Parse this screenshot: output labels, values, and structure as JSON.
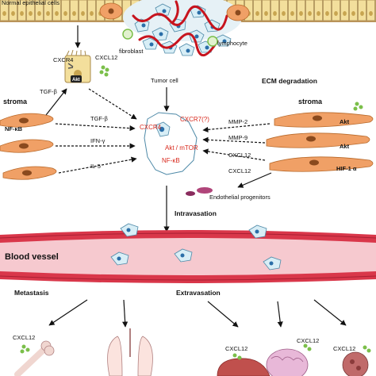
{
  "top": {
    "normal_epithelial_cells": "Normal epithelial cells",
    "fibroblast": "fibroblast",
    "lymphocyte": "lymphocyte",
    "tumor_cell": "Tumor cell"
  },
  "left": {
    "cxcr4": "CXCR4",
    "cxcl12": "CXCL12",
    "tgf_beta_up": "TGF-β",
    "akt": "Akt",
    "stroma": "stroma",
    "nfkb": "NF-κB",
    "tgf_beta": "TGF-β",
    "ifn_gamma": "IFN-γ",
    "il5": "IL-5"
  },
  "center": {
    "cxcr4": "CXCR4",
    "cxcr7": "CXCR7(?)",
    "akt_mtor": "Akt / mTOR",
    "nfkb": "NF-κB"
  },
  "right": {
    "ecm_degradation": "ECM degradation",
    "stroma": "stroma",
    "mmp2": "MMP-2",
    "mmp9": "MMP-9",
    "cxcl12_a": "CXCL12",
    "cxcl12_b": "CXCL12",
    "akt_1": "Akt",
    "akt_2": "Akt",
    "hif1a": "HIF-1 α",
    "endothelial_progenitors": "Endothelial progenitors"
  },
  "middle": {
    "intravasation": "Intravasation",
    "blood_vessel": "Blood vessel",
    "metastasis": "Metastasis",
    "extravasation": "Extravasation"
  },
  "bottom": {
    "cxcl12_bone": "CXCL12",
    "cxcl12_liver": "CXCL12",
    "cxcl12_brain": "CXCL12",
    "cxcl12_node": "CXCL12"
  },
  "colors": {
    "vessel_wall": "#d9374a",
    "vessel_lumen": "#f6c9cf",
    "epithelium": "#f3df9c",
    "stroma_cell": "#f0a066",
    "tumor_cell": "#d8eef6",
    "nucleus": "#2a6ea8",
    "label_red": "#d8281c",
    "ecm_red": "#c7141e",
    "chemokine_green": "#7bbf4a"
  }
}
